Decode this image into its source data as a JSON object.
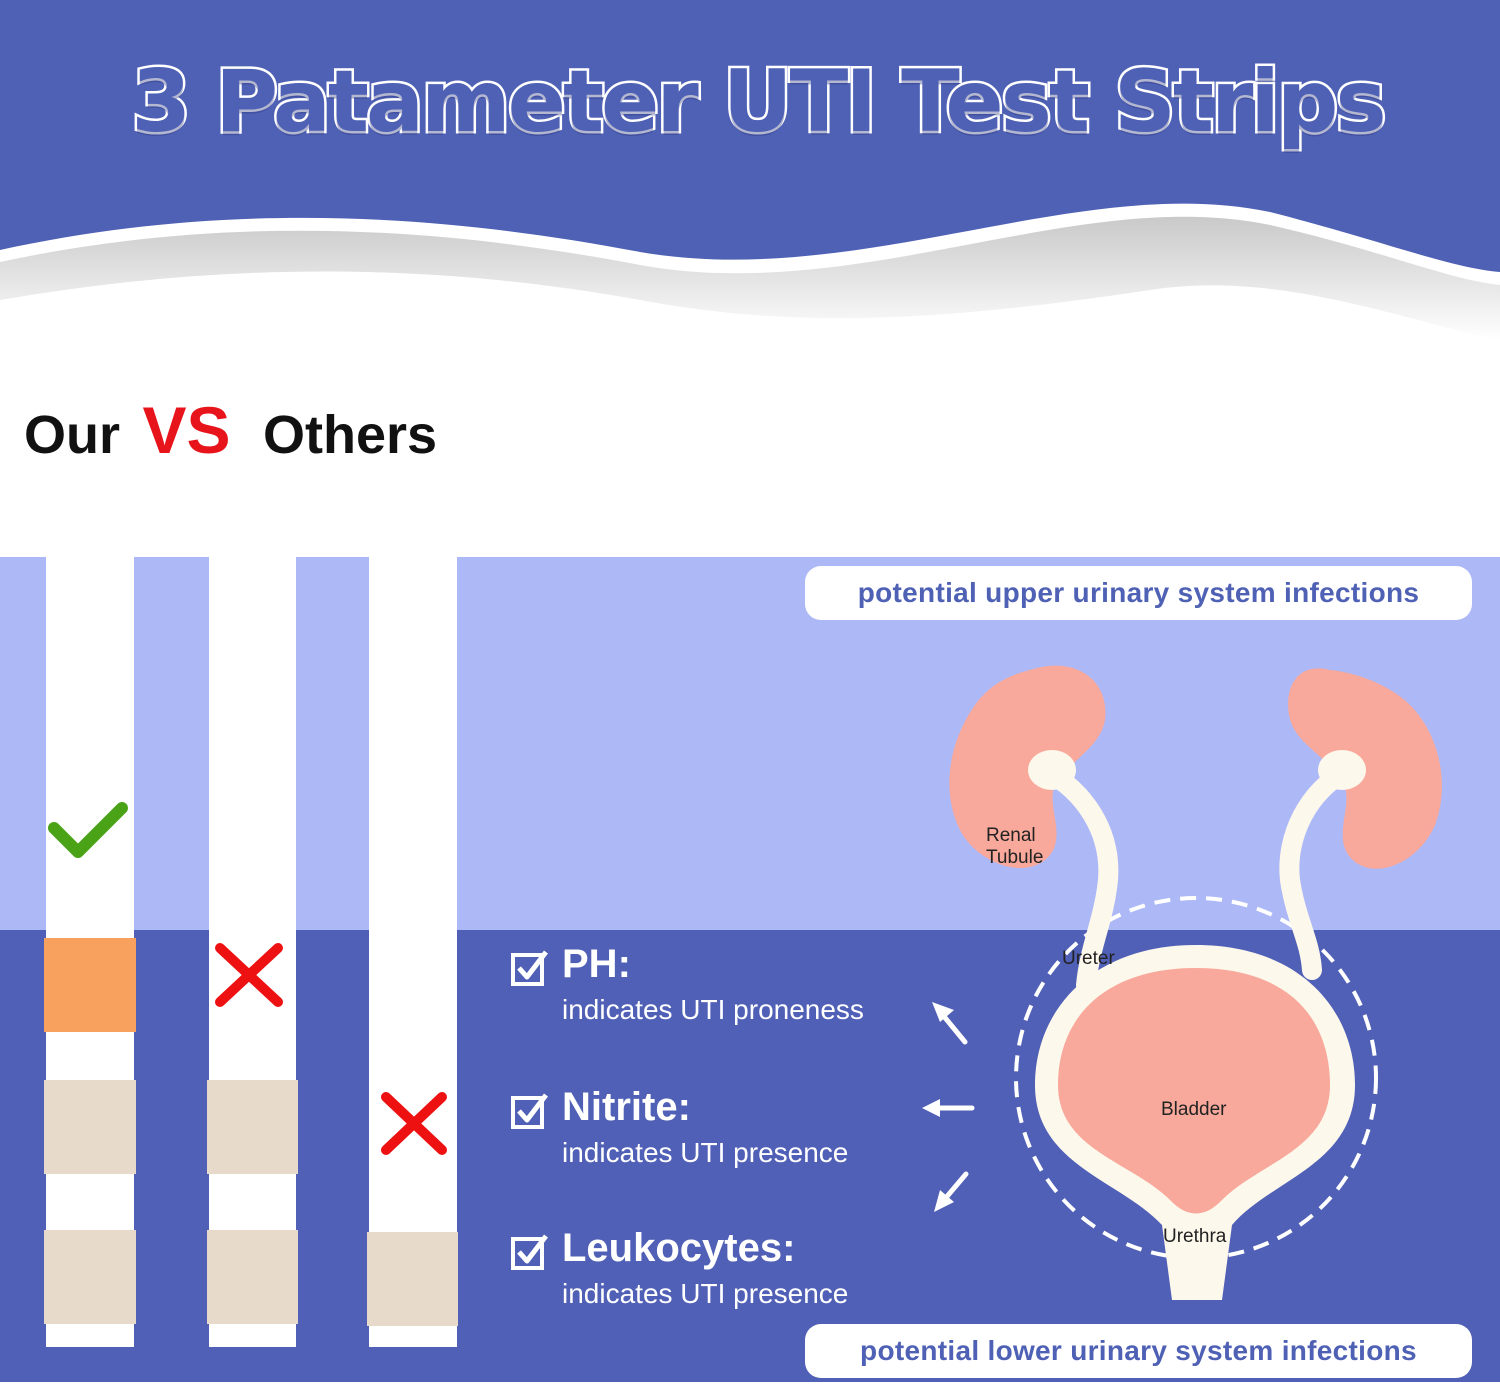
{
  "title": "3 Patameter UTI Test Strips",
  "comparison": {
    "our": "Our",
    "vs": "VS",
    "others": "Others"
  },
  "pills": {
    "upper": "potential upper urinary system infections",
    "lower": "potential lower urinary system infections"
  },
  "parameters": [
    {
      "name": "PH:",
      "desc": "indicates UTI proneness"
    },
    {
      "name": "Nitrite:",
      "desc": "indicates UTI presence"
    },
    {
      "name": "Leukocytes:",
      "desc": "indicates UTI presence"
    }
  ],
  "anatomy_labels": {
    "renal": "Renal",
    "tubule": "Tubule",
    "ureter": "Ureter",
    "bladder": "Bladder",
    "urethra": "Urethra"
  },
  "icons": [
    "check-mark-icon",
    "cross-icon",
    "checkbox-icon",
    "arrow-icon"
  ],
  "colors": {
    "header_blue": "#4f61b5",
    "light_band": "#adb8f7",
    "dark_band": "#5060b6",
    "vs_red": "#e8141c",
    "check_green": "#4aa317",
    "cross_red": "#ee1111",
    "pad_orange": "#f8a05e",
    "pad_beige": "#e8dacb",
    "organ_pink": "#f8a99b",
    "tube_cream": "#fdf8ec"
  }
}
